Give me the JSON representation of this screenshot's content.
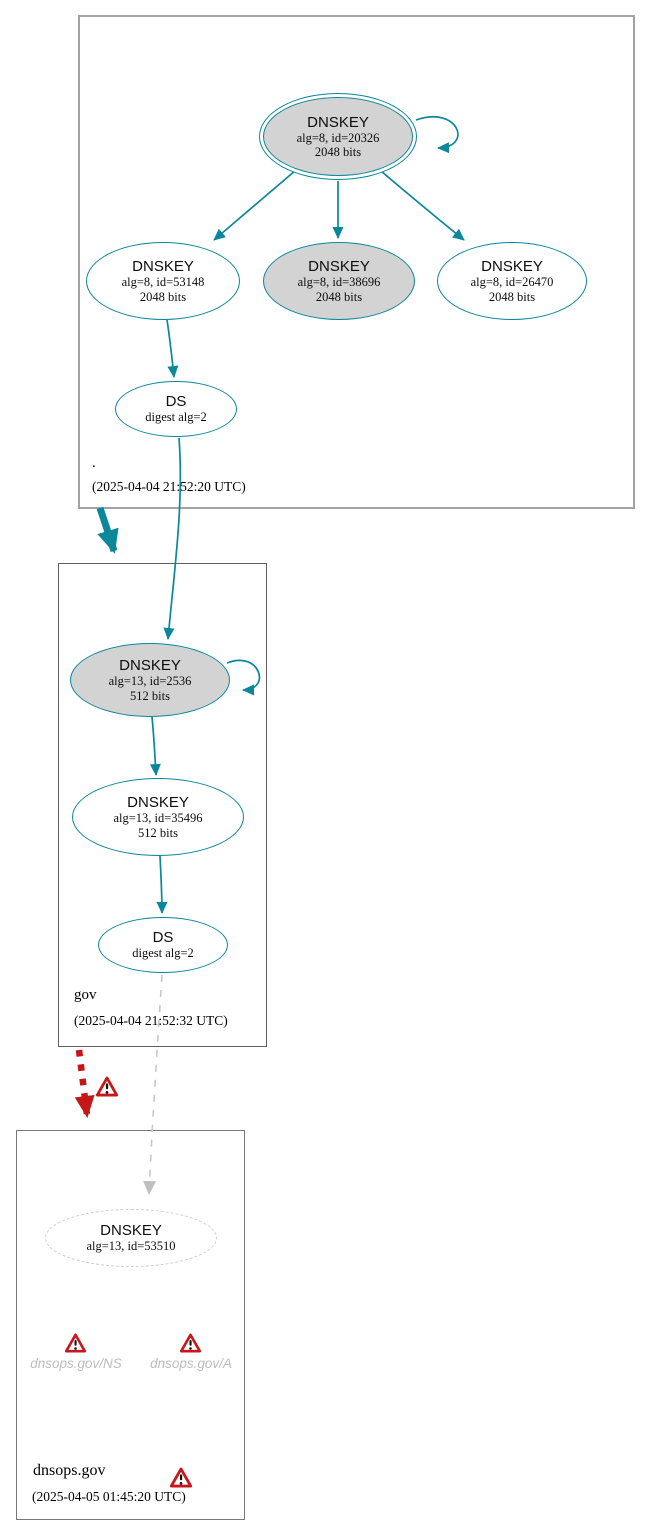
{
  "colors": {
    "secure_teal": "#0a879a",
    "warning_red": "#c41717",
    "key_fill_gray": "#d3d3d3",
    "insecure_gray": "#c8c8c8"
  },
  "root_zone": {
    "label": ".",
    "timestamp": "(2025-04-04 21:52:20 UTC)",
    "ksk": {
      "title": "DNSKEY",
      "detail1": "alg=8, id=20326",
      "detail2": "2048 bits"
    },
    "zsk1": {
      "title": "DNSKEY",
      "detail1": "alg=8, id=53148",
      "detail2": "2048 bits"
    },
    "zsk2": {
      "title": "DNSKEY",
      "detail1": "alg=8, id=38696",
      "detail2": "2048 bits"
    },
    "zsk3": {
      "title": "DNSKEY",
      "detail1": "alg=8, id=26470",
      "detail2": "2048 bits"
    },
    "ds": {
      "title": "DS",
      "detail1": "digest alg=2"
    }
  },
  "gov_zone": {
    "label": "gov",
    "timestamp": "(2025-04-04 21:52:32 UTC)",
    "ksk": {
      "title": "DNSKEY",
      "detail1": "alg=13, id=2536",
      "detail2": "512 bits"
    },
    "zsk": {
      "title": "DNSKEY",
      "detail1": "alg=13, id=35496",
      "detail2": "512 bits"
    },
    "ds": {
      "title": "DS",
      "detail1": "digest alg=2"
    }
  },
  "dnsops_zone": {
    "label": "dnsops.gov",
    "timestamp": "(2025-04-05 01:45:20 UTC)",
    "dnskey": {
      "title": "DNSKEY",
      "detail1": "alg=13, id=53510"
    },
    "ns_query_label": "dnsops.gov/NS",
    "a_query_label": "dnsops.gov/A"
  }
}
